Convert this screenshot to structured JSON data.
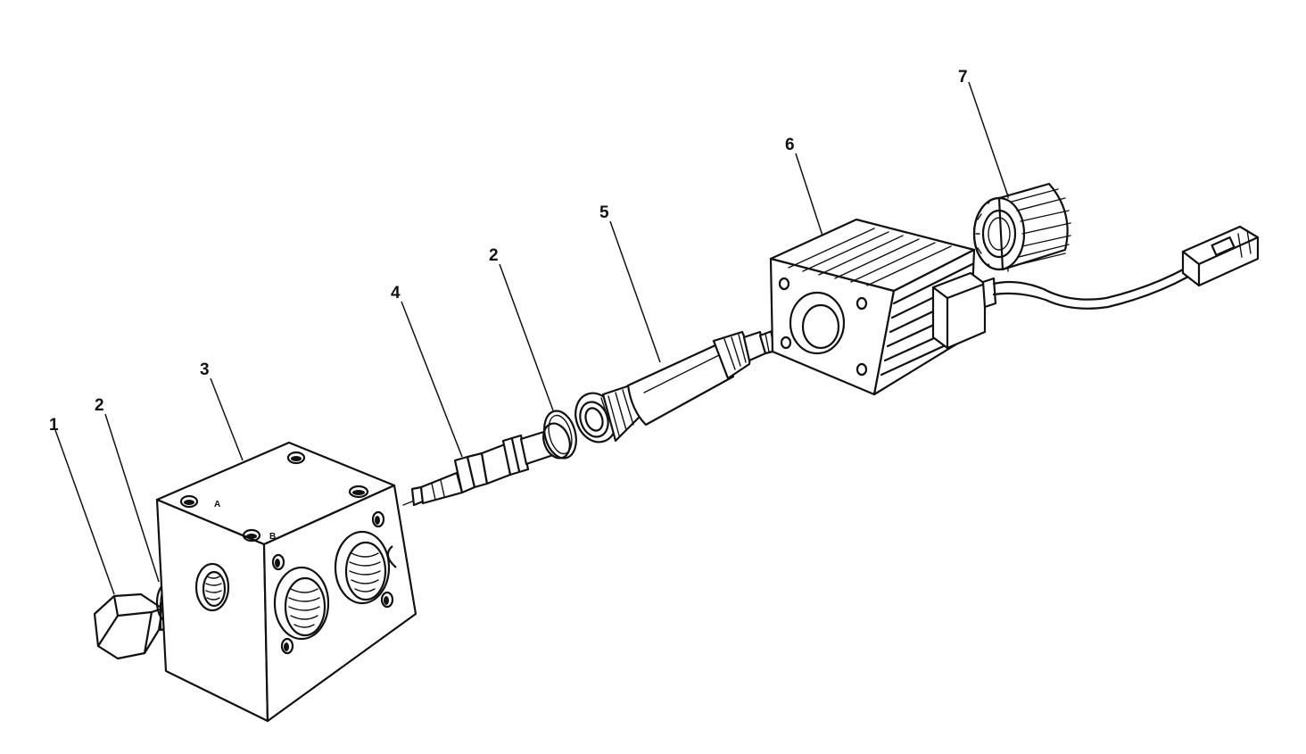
{
  "figure": {
    "callouts": [
      {
        "id": "plug",
        "label": "1"
      },
      {
        "id": "oring-left",
        "label": "2"
      },
      {
        "id": "manifold-block",
        "label": "3"
      },
      {
        "id": "spool",
        "label": "4"
      },
      {
        "id": "oring-mid",
        "label": "2"
      },
      {
        "id": "valve-tube",
        "label": "5"
      },
      {
        "id": "solenoid-coil",
        "label": "6"
      },
      {
        "id": "knurled-nut",
        "label": "7"
      }
    ]
  }
}
